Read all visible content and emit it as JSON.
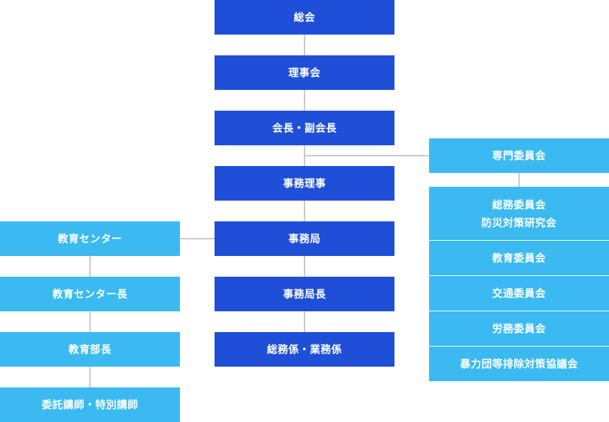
{
  "center_chain": {
    "general_meeting": "総会",
    "board_of_directors": "理事会",
    "chairman_vice": "会長・副会長",
    "executive_director": "事務理事",
    "secretariat": "事務局",
    "secretariat_chief": "事務局長",
    "general_business_staff": "総務係・業務係"
  },
  "left_chain": {
    "education_center": "教育センター",
    "education_center_head": "教育センター長",
    "education_dept_head": "教育部長",
    "lecturers": "委託講師・特別講師"
  },
  "right_chain": {
    "special_committee": "専門委員会",
    "committees": [
      {
        "line1": "総務委員会",
        "line2": "防災対策研究会"
      },
      {
        "line1": "教育委員会"
      },
      {
        "line1": "交通委員会"
      },
      {
        "line1": "労務委員会"
      },
      {
        "line1": "暴力団等排除対策協議会"
      }
    ]
  },
  "colors": {
    "primary": "#1f4fd6",
    "secondary": "#3bbaf2",
    "connector": "#c7c7c7"
  }
}
